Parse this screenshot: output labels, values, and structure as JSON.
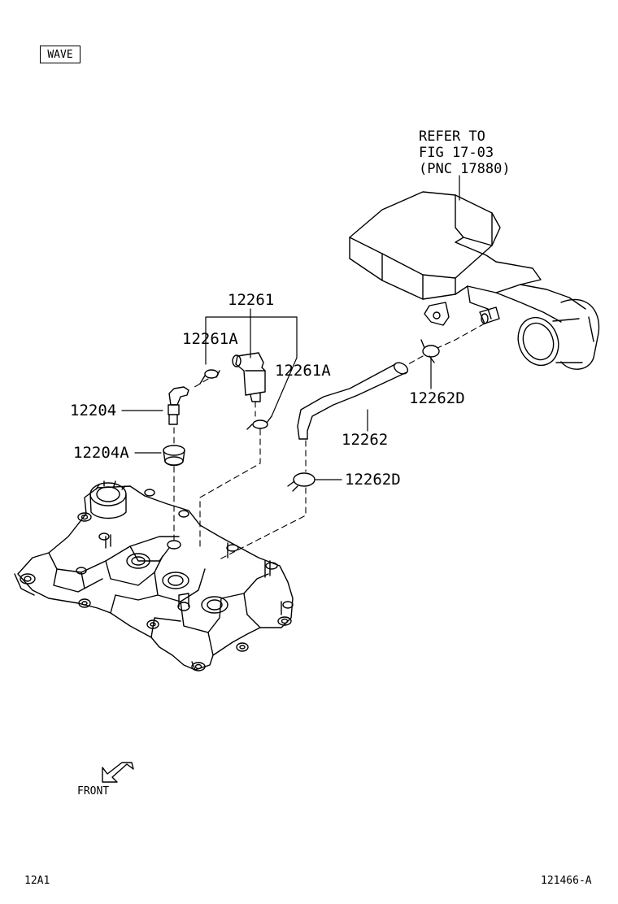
{
  "header": {
    "tag": "WAVE"
  },
  "reference_note": "REFER TO\nFIG 17-03\n(PNC 17880)",
  "callouts": {
    "p12261": "12261",
    "p12261A_left": "12261A",
    "p12261A_right": "12261A",
    "p12204": "12204",
    "p12204A": "12204A",
    "p12262": "12262",
    "p12262D_top": "12262D",
    "p12262D_bottom": "12262D"
  },
  "orientation": {
    "label": "FRONT"
  },
  "footer": {
    "left_code": "12A1",
    "right_code": "121466-A"
  }
}
